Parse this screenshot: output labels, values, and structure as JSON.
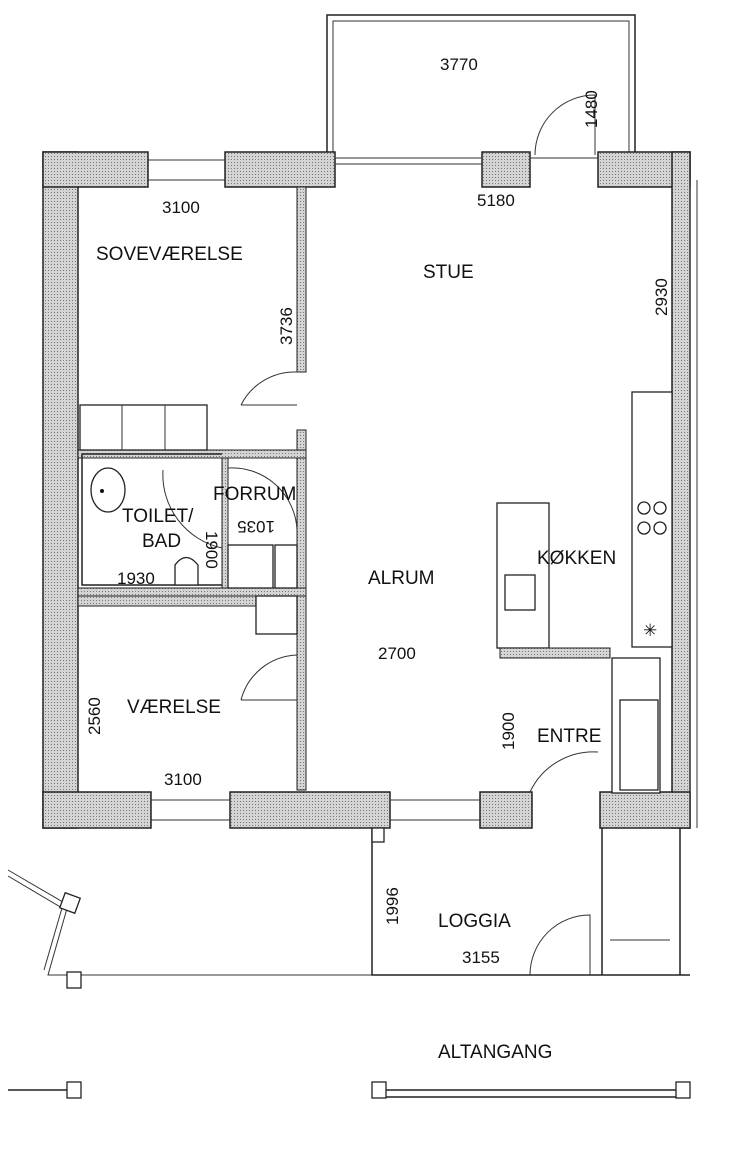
{
  "rooms": {
    "soveraerelse": "SOVEVÆRELSE",
    "stue": "STUE",
    "forrum": "FORRUM",
    "toilet_line1": "TOILET/",
    "toilet_line2": "BAD",
    "alrum": "ALRUM",
    "kokken": "KØKKEN",
    "vaerelse": "VÆRELSE",
    "entre": "ENTRE",
    "loggia": "LOGGIA",
    "altangang": "ALTANGANG"
  },
  "dimensions": {
    "balcony_width": "3770",
    "balcony_depth": "1480",
    "bedroom_width": "3100",
    "stue_width": "5180",
    "bedroom_depth": "3736",
    "stue_depth": "2930",
    "forrum": "1035",
    "bath_depth": "1900",
    "bath_width": "1930",
    "alrum_width": "2700",
    "vaerelse_depth": "2560",
    "vaerelse_width": "3100",
    "entre_depth": "1900",
    "loggia_depth": "1996",
    "loggia_width": "3155"
  }
}
